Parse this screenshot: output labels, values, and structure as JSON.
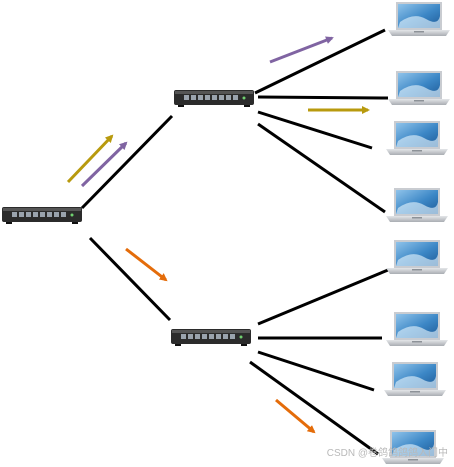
{
  "diagram": {
    "watermark": "CSDN @卷鸽鸽鸽鸽入门中",
    "colors": {
      "link": "#000000",
      "switch_body": "#2b2b2b",
      "switch_port": "#9aa3ad",
      "laptop_frame": "#c9ccd1",
      "laptop_screen": "#3c87c6",
      "arrow_purple": "#8064a2",
      "arrow_gold": "#b89a0e",
      "arrow_orange": "#e46c0a"
    },
    "nodes": [
      {
        "id": "root-switch",
        "kind": "switch"
      },
      {
        "id": "upper-switch",
        "kind": "switch"
      },
      {
        "id": "lower-switch",
        "kind": "switch"
      },
      {
        "id": "laptop-1",
        "kind": "laptop"
      },
      {
        "id": "laptop-2",
        "kind": "laptop"
      },
      {
        "id": "laptop-3",
        "kind": "laptop"
      },
      {
        "id": "laptop-4",
        "kind": "laptop"
      },
      {
        "id": "laptop-5",
        "kind": "laptop"
      },
      {
        "id": "laptop-6",
        "kind": "laptop"
      },
      {
        "id": "laptop-7",
        "kind": "laptop"
      },
      {
        "id": "laptop-8",
        "kind": "laptop"
      }
    ],
    "links": [
      {
        "from": "root-switch",
        "to": "upper-switch"
      },
      {
        "from": "root-switch",
        "to": "lower-switch"
      },
      {
        "from": "upper-switch",
        "to": "laptop-1"
      },
      {
        "from": "upper-switch",
        "to": "laptop-2"
      },
      {
        "from": "upper-switch",
        "to": "laptop-3"
      },
      {
        "from": "upper-switch",
        "to": "laptop-4"
      },
      {
        "from": "lower-switch",
        "to": "laptop-5"
      },
      {
        "from": "lower-switch",
        "to": "laptop-6"
      },
      {
        "from": "lower-switch",
        "to": "laptop-7"
      },
      {
        "from": "lower-switch",
        "to": "laptop-8"
      }
    ],
    "flows": [
      {
        "color": "arrow_gold",
        "from": "root-switch",
        "to": "upper-switch"
      },
      {
        "color": "arrow_purple",
        "from": "root-switch",
        "to": "upper-switch"
      },
      {
        "color": "arrow_purple",
        "from": "upper-switch",
        "to": "laptop-1"
      },
      {
        "color": "arrow_gold",
        "from": "upper-switch",
        "to": "laptop-2"
      },
      {
        "color": "arrow_orange",
        "from": "root-switch",
        "to": "lower-switch"
      },
      {
        "color": "arrow_orange",
        "from": "lower-switch",
        "to": "laptop-8"
      }
    ]
  }
}
